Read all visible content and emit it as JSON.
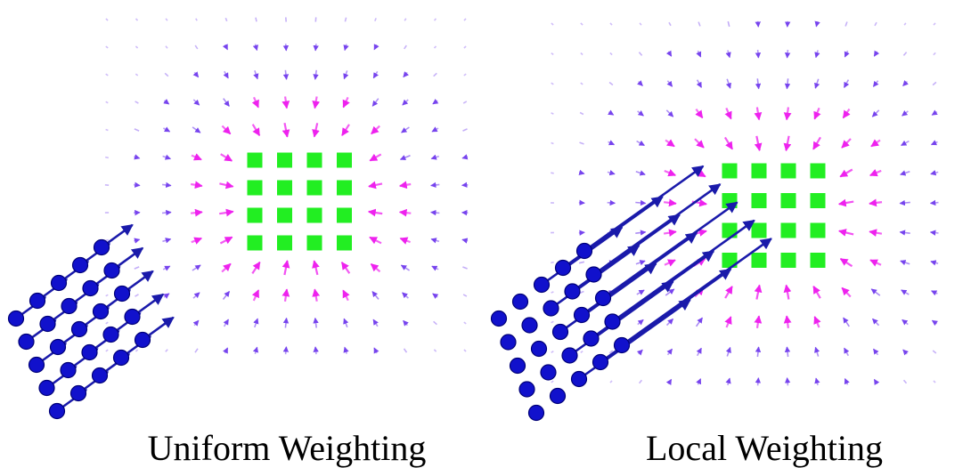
{
  "panels": [
    {
      "caption": "Uniform Weighting",
      "weighting": "uniform",
      "target_grid": {
        "rows": 4,
        "cols": 4
      },
      "source_grid": {
        "rows": 5,
        "cols": 5
      }
    },
    {
      "caption": "Local Weighting",
      "weighting": "local",
      "target_grid": {
        "rows": 4,
        "cols": 4
      },
      "source_grid": {
        "rows": 5,
        "cols": 5
      }
    }
  ],
  "colors": {
    "target_marker": "#22ee22",
    "source_point": "#1111cc",
    "source_point_stroke": "#000077",
    "source_arrow": "#1a1aaa",
    "field_arrow_strong": "#ee22ee",
    "field_arrow_weak": "#7744ee"
  }
}
